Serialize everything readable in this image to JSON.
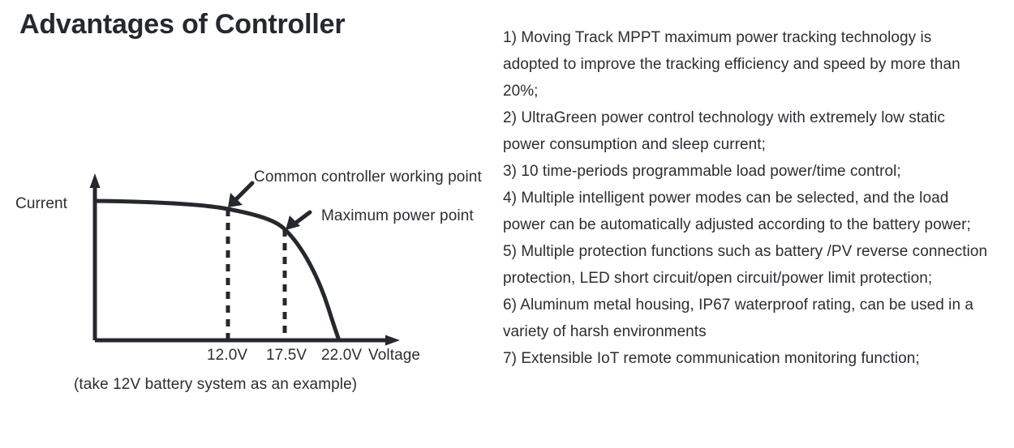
{
  "page": {
    "title": "Advantages of Controller",
    "background_color": "#ffffff",
    "text_color": "#2b2e33",
    "title_color": "#25282d"
  },
  "figure": {
    "caption": "(take 12V battery system as an example)",
    "axis_label_y": "Current",
    "axis_label_x": "Voltage",
    "annotations": [
      {
        "name": "common-controller-working-point",
        "label": "Common controller working point",
        "at_voltage": "12.0V"
      },
      {
        "name": "maximum-power-point",
        "label": "Maximum power point",
        "at_voltage": "17.5V"
      }
    ]
  },
  "chart_data": {
    "type": "line",
    "title": "",
    "subtitle": "(take 12V battery system as an example)",
    "xlabel": "Voltage",
    "ylabel": "Current",
    "grid": false,
    "legend": null,
    "xlim": [
      0,
      24
    ],
    "ylim": [
      0,
      1.15
    ],
    "tick_labels_x": [
      "12.0V",
      "17.5V",
      "22.0V"
    ],
    "tick_values_x": [
      12.0,
      17.5,
      22.0
    ],
    "tick_labels_y": [],
    "series": [
      {
        "name": "I-V curve",
        "x": [
          0,
          2,
          4,
          6,
          8,
          10,
          12,
          14,
          16,
          17.5,
          19,
          20,
          21,
          21.5,
          22
        ],
        "y": [
          1.0,
          1.0,
          0.995,
          0.99,
          0.982,
          0.97,
          0.95,
          0.915,
          0.865,
          0.8,
          0.68,
          0.56,
          0.36,
          0.2,
          0.0
        ]
      }
    ],
    "markers": [
      {
        "label": "Common controller working point",
        "x": 12.0,
        "y": 0.95,
        "style": "dashed-vertical-with-arrow"
      },
      {
        "label": "Maximum power point",
        "x": 17.5,
        "y": 0.8,
        "style": "dashed-vertical-with-arrow"
      }
    ],
    "annotations": [
      "Common controller working point",
      "Maximum power point"
    ]
  },
  "advantages": [
    "1) Moving Track MPPT maximum power tracking technology is adopted to improve the tracking efficiency and speed by more than 20%;",
    "2) UltraGreen power control technology with extremely low static power consumption and sleep current;",
    "3) 10 time-periods programmable load power/time control;",
    "4) Multiple intelligent power modes can be selected, and the load power can be automatically adjusted according to the battery power;",
    "5) Multiple protection functions such as battery /PV reverse connection protection, LED short circuit/open circuit/power limit protection;",
    "6) Aluminum metal housing, IP67 waterproof rating, can be used in a variety of harsh environments",
    "7) Extensible IoT remote communication monitoring function;"
  ]
}
